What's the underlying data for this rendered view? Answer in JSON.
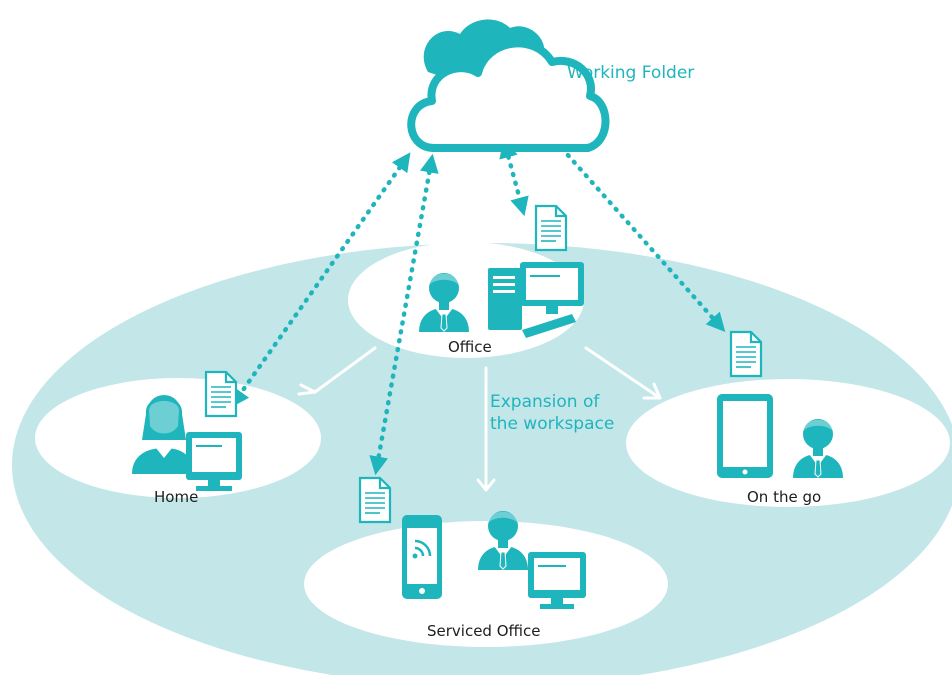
{
  "diagram": {
    "cloud_label": "Working Folder",
    "center_label_line1": "Expansion of",
    "center_label_line2": "the workspace",
    "nodes": {
      "office": "Office",
      "home": "Home",
      "serviced_office": "Serviced Office",
      "on_the_go": "On the go"
    }
  },
  "colors": {
    "accent": "#1fb5bd",
    "ellipse_fill": "#c3e6e8",
    "node_fill": "#ffffff",
    "text": "#1e1e1e"
  },
  "icons": [
    "cloud-icon",
    "document-icon",
    "person-icon",
    "desktop-pc-icon",
    "monitor-icon",
    "tablet-icon",
    "smartphone-wifi-icon",
    "arrow-icon",
    "dotted-sync-arrow-icon"
  ]
}
